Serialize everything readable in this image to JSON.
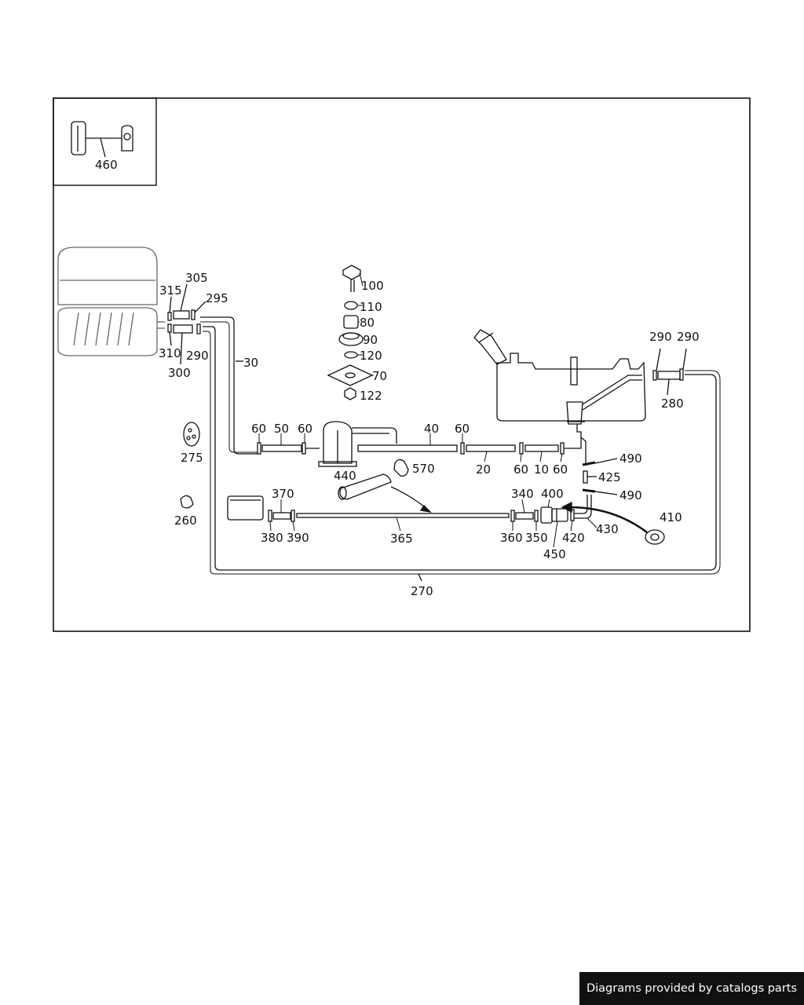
{
  "diagram": {
    "callouts": {
      "c460": "460",
      "c315": "315",
      "c305": "305",
      "c295": "295",
      "c310": "310",
      "c300": "300",
      "c290a": "290",
      "c30": "30",
      "c100": "100",
      "c110": "110",
      "c80": "80",
      "c90": "90",
      "c120": "120",
      "c70": "70",
      "c122": "122",
      "c290b": "290",
      "c290c": "290",
      "c280": "280",
      "c275": "275",
      "c260": "260",
      "c60a": "60",
      "c50": "50",
      "c60b": "60",
      "c40": "40",
      "c60c": "60",
      "c20": "20",
      "c60d": "60",
      "c10": "10",
      "c60e": "60",
      "c490a": "490",
      "c425": "425",
      "c490b": "490",
      "c440": "440",
      "c570": "570",
      "c370": "370",
      "c380": "380",
      "c390": "390",
      "c365": "365",
      "c340": "340",
      "c400": "400",
      "c360": "360",
      "c350": "350",
      "c420": "420",
      "c450": "450",
      "c430": "430",
      "c410": "410",
      "c270": "270"
    }
  },
  "footer": {
    "credit": "Diagrams provided by catalogs parts"
  }
}
